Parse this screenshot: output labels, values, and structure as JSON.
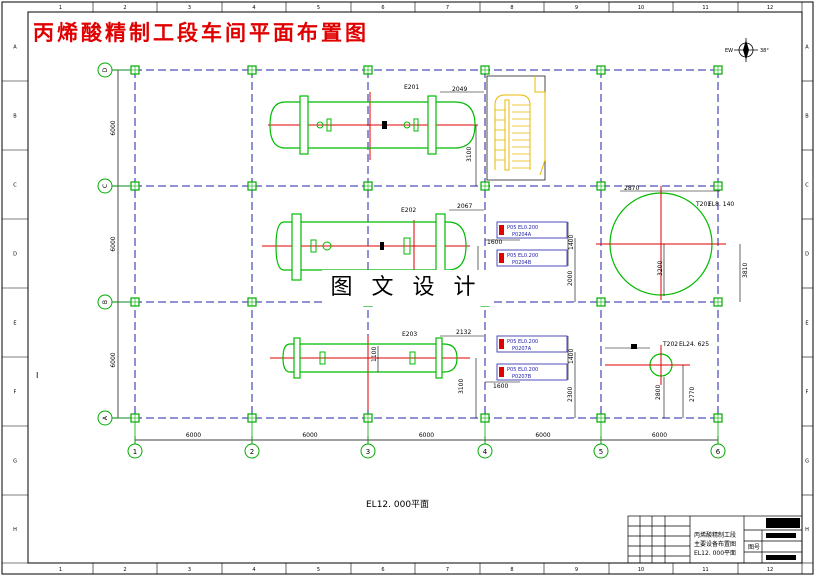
{
  "title": "丙烯酸精制工段车间平面布置图",
  "watermark": "图 文 设 计",
  "plan_label": "EL12. 000平面",
  "border": {
    "columns": [
      "1",
      "2",
      "3",
      "4",
      "5",
      "6",
      "7",
      "8",
      "9",
      "10",
      "11",
      "12"
    ],
    "rows": [
      "A",
      "B",
      "C",
      "D",
      "E",
      "F",
      "G",
      "H"
    ]
  },
  "grid": {
    "column_axes": [
      "1",
      "2",
      "3",
      "4",
      "5",
      "6"
    ],
    "row_axes": [
      "A",
      "B",
      "C",
      "D"
    ],
    "column_spacings": [
      "6000",
      "6000",
      "6000",
      "6000",
      "6000"
    ],
    "row_spacings": [
      "6000",
      "6000",
      "6000"
    ]
  },
  "equipment": {
    "E201": "E201",
    "E202": "E202",
    "E203": "E203",
    "T201": "T201",
    "T201_el": "EL8. 140",
    "T202": "T202",
    "T202_el": "EL24. 625"
  },
  "dimensions": {
    "d2049": "2049",
    "d3100": "3100",
    "d2067": "2067",
    "d1600a": "1600",
    "d1400a": "1400",
    "d2000a": "2000",
    "d2132": "2132",
    "d1100": "1100",
    "d3100b": "3100",
    "d1400b": "1400",
    "d1600b": "1600",
    "d2300": "2300",
    "d2870": "2870",
    "d3200": "3200",
    "d3810": "3810",
    "d2800": "2800",
    "d2770": "2770"
  },
  "pumps": [
    {
      "tag": "P05 EL0.200",
      "id": "P0204A"
    },
    {
      "tag": "P05 EL0.200",
      "id": "P0204B"
    },
    {
      "tag": "P05 EL0.200",
      "id": "P0207A"
    },
    {
      "tag": "P05 EL0.200",
      "id": "P0207B"
    }
  ],
  "north_arrow": {
    "left": "EW",
    "right": "38°"
  },
  "title_block": {
    "line1": "丙烯酸精制工段",
    "line2": "主要设备布置图",
    "line3": "EL12. 000平面",
    "sheet_label": "图号"
  },
  "margin_mark": "I"
}
